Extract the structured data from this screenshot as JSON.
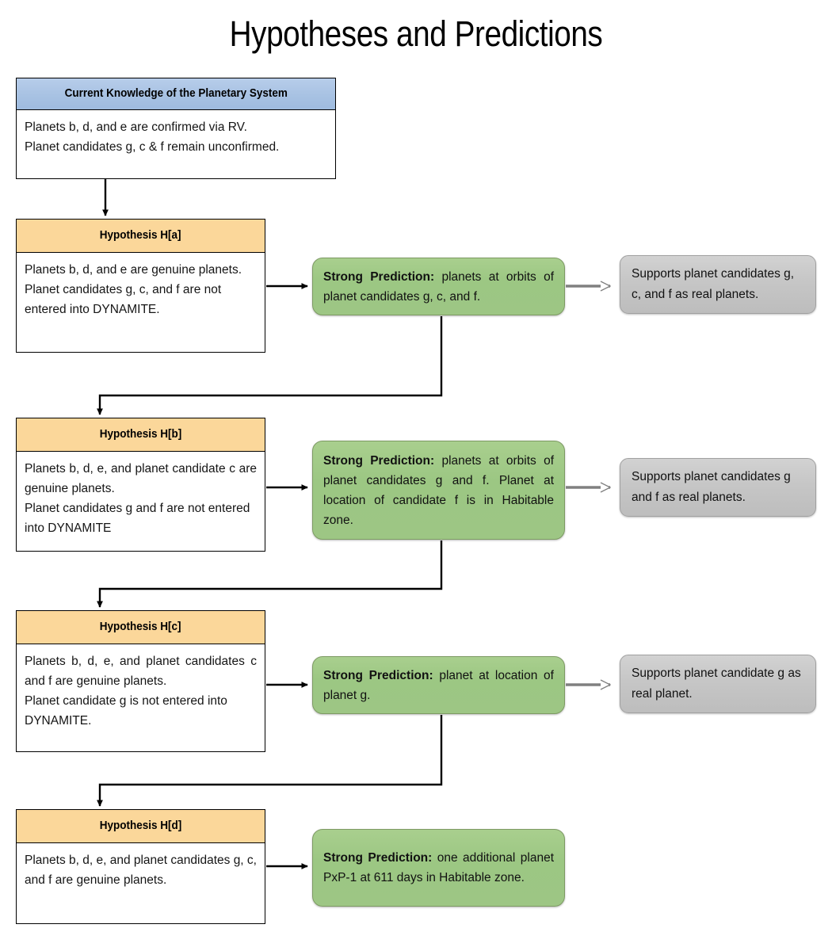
{
  "title": "Hypotheses and Predictions",
  "knowledge": {
    "header": "Current Knowledge of the Planetary System",
    "line1": "Planets b, d, and e are confirmed via RV.",
    "line2": "Planet candidates g, c & f remain unconfirmed."
  },
  "rows": [
    {
      "hypothesis_header": "Hypothesis H[a]",
      "hypothesis_line1": "Planets b, d, and e are genuine planets.",
      "hypothesis_line2": "Planet candidates g, c, and f are not entered into DYNAMITE.",
      "prediction_label": "Strong Prediction:",
      "prediction_text": " planets at orbits of planet candidates g, c, and  f.",
      "support_text": "Supports planet candidates g, c, and f as real planets."
    },
    {
      "hypothesis_header": "Hypothesis H[b]",
      "hypothesis_line1": "Planets b, d, e, and planet candidate c are genuine planets.",
      "hypothesis_line2": "Planet candidates g and f are not entered into DYNAMITE",
      "prediction_label": "Strong Prediction:",
      "prediction_text": " planets at orbits of planet candidates g and  f. Planet at location of candidate f is in Habitable zone.",
      "support_text": "Supports planet candidates g and f as real planets."
    },
    {
      "hypothesis_header": "Hypothesis H[c]",
      "hypothesis_line1": "Planets b, d, e, and planet candidates c and f are genuine planets.",
      "hypothesis_line2": "Planet candidate g is not entered into DYNAMITE.",
      "prediction_label": "Strong Prediction:",
      "prediction_text": " planet at location of planet g.",
      "support_text": "Supports planet candidate g as real planet."
    },
    {
      "hypothesis_header": "Hypothesis H[d]",
      "hypothesis_line1": "Planets b, d, e, and planet candidates g, c, and f are genuine planets.",
      "hypothesis_line2": "",
      "prediction_label": "Strong Prediction:",
      "prediction_text": " one additional planet PxP-1 at 611 days in Habitable zone.",
      "support_text": ""
    }
  ],
  "colors": {
    "header_blue": "#a8c2e3",
    "header_orange": "#fbd79a",
    "prediction_green": "#9cc783",
    "support_grey": "#c6c6c6",
    "connector_black": "#000000",
    "connector_grey": "#808080"
  }
}
